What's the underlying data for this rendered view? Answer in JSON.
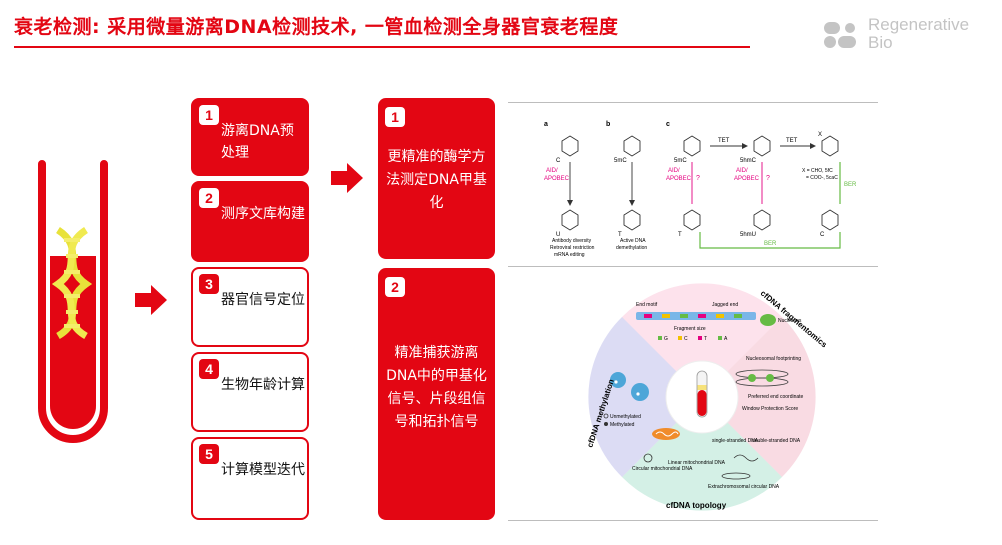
{
  "header": {
    "title": "衰老检测: 采用微量游离DNA检测技术, 一管血检测全身器官衰老程度"
  },
  "logo": {
    "line1": "Regenerative",
    "line2": "Bio"
  },
  "colors": {
    "accent": "#e30613",
    "logo_gray": "#c4c4c4"
  },
  "steps": [
    {
      "num": "1",
      "label": "游离DNA预处理",
      "style": "filled"
    },
    {
      "num": "2",
      "label": "测序文库构建",
      "style": "filled"
    },
    {
      "num": "3",
      "label": "器官信号定位",
      "style": "outline"
    },
    {
      "num": "4",
      "label": "生物年龄计算",
      "style": "outline"
    },
    {
      "num": "5",
      "label": "计算模型迭代",
      "style": "outline"
    }
  ],
  "panels": [
    {
      "num": "1",
      "text": "更精准的酶学方法测定DNA甲基化"
    },
    {
      "num": "2",
      "text": "精准捕获游离DNA中的甲基化信号、片段组信号和拓扑信号"
    }
  ],
  "figure_top": {
    "panel_labels": [
      "a",
      "b",
      "c"
    ],
    "top_labels": [
      "C",
      "5mC",
      "5mC",
      "5hmC",
      "X"
    ],
    "bottom_labels": [
      "U",
      "T",
      "T",
      "5hmU",
      "C"
    ],
    "enzymes": [
      "TET",
      "TET"
    ],
    "aid_label_1": "AID/",
    "aid_label_2": "APOBEC",
    "question_mark": "?",
    "x_note_1": "X = CHO, 5fC",
    "x_note_2": "= COO-, 5caC",
    "ber_label": "BER",
    "caption_a_1": "Antibody diversity",
    "caption_a_2": "Retroviral restriction",
    "caption_a_3": "mRNA editing",
    "caption_b_1": "Active DNA",
    "caption_b_2": "demethylation"
  },
  "figure_bottom": {
    "ring_methylation": "cfDNA methylation",
    "ring_fragmentomics": "cfDNA fragmentomics",
    "ring_topology": "cfDNA topology",
    "end_motif": "End motif",
    "jagged_end": "Jagged end",
    "fragment_size": "Fragment size",
    "nucleases": "Nucleases",
    "bases": [
      "G",
      "C",
      "T",
      "A"
    ],
    "nucleosomal": "Nucleosomal footprinting",
    "preferred_end": "Preferred end coordinate",
    "wps": "Window Protection Score",
    "unmethylated": "Unmethylated",
    "methylated": "Methylated",
    "circ_mito": "Circular mitochondrial DNA",
    "linear_mito": "Linear mitochondrial DNA",
    "single_stranded": "single-stranded DNA",
    "double_stranded": "double-stranded DNA",
    "extrachromosomal": "Extrachromosomal circular DNA"
  }
}
